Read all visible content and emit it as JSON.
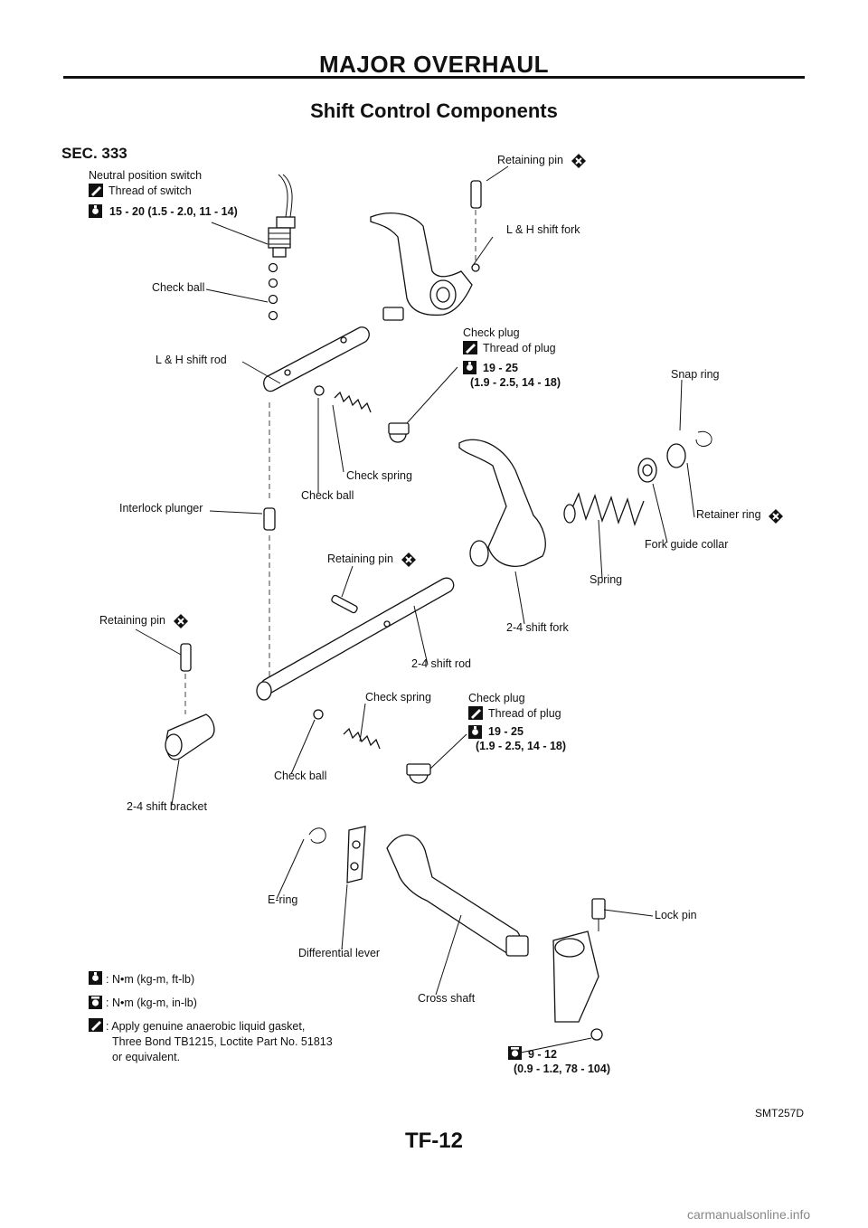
{
  "header": "MAJOR OVERHAUL",
  "title": "Shift Control Components",
  "section": "SEC. 333",
  "footer": "TF-12",
  "image_code": "SMT257D",
  "watermark": "carmanualsonline.info",
  "labels": {
    "neutral_switch": "Neutral position switch",
    "thread_switch": "Thread of switch",
    "torque_switch": "15 - 20 (1.5 - 2.0, 11 - 14)",
    "check_ball_1": "Check ball",
    "lh_shift_rod": "L & H shift rod",
    "retaining_pin_1": "Retaining pin",
    "lh_shift_fork": "L & H shift fork",
    "check_plug_1": "Check plug",
    "thread_plug_1": "Thread of plug",
    "torque_plug_1a": "19 - 25",
    "torque_plug_1b": "(1.9 - 2.5, 14 - 18)",
    "snap_ring": "Snap ring",
    "check_spring_1": "Check spring",
    "check_ball_2": "Check ball",
    "interlock_plunger": "Interlock plunger",
    "retainer_ring": "Retainer ring",
    "fork_guide_collar": "Fork guide collar",
    "spring": "Spring",
    "retaining_pin_2": "Retaining pin",
    "shift_fork_24": "2-4 shift fork",
    "retaining_pin_3": "Retaining pin",
    "shift_rod_24": "2-4 shift rod",
    "check_spring_2": "Check spring",
    "check_plug_2": "Check plug",
    "thread_plug_2": "Thread of plug",
    "torque_plug_2a": "19 - 25",
    "torque_plug_2b": "(1.9 - 2.5, 14 - 18)",
    "check_ball_3": "Check ball",
    "shift_bracket_24": "2-4 shift bracket",
    "e_ring": "E-ring",
    "differential_lever": "Differential lever",
    "lock_pin": "Lock pin",
    "cross_shaft": "Cross shaft",
    "torque_lock_a": "9 - 12",
    "torque_lock_b": "(0.9 - 1.2, 78 - 104)"
  },
  "legend": {
    "nm_ftlb": ": N•m (kg-m, ft-lb)",
    "nm_inlb": ": N•m (kg-m, in-lb)",
    "gasket_1": ": Apply genuine anaerobic liquid gasket,",
    "gasket_2": "Three Bond TB1215, Loctite Part No. 51813",
    "gasket_3": "or equivalent."
  },
  "icons": {
    "torque_ftlb": "torque-wrench-icon",
    "torque_inlb": "torque-wrench-inlb-icon",
    "sealant": "sealant-tube-icon",
    "do_not_reuse": "do-not-reuse-icon"
  }
}
